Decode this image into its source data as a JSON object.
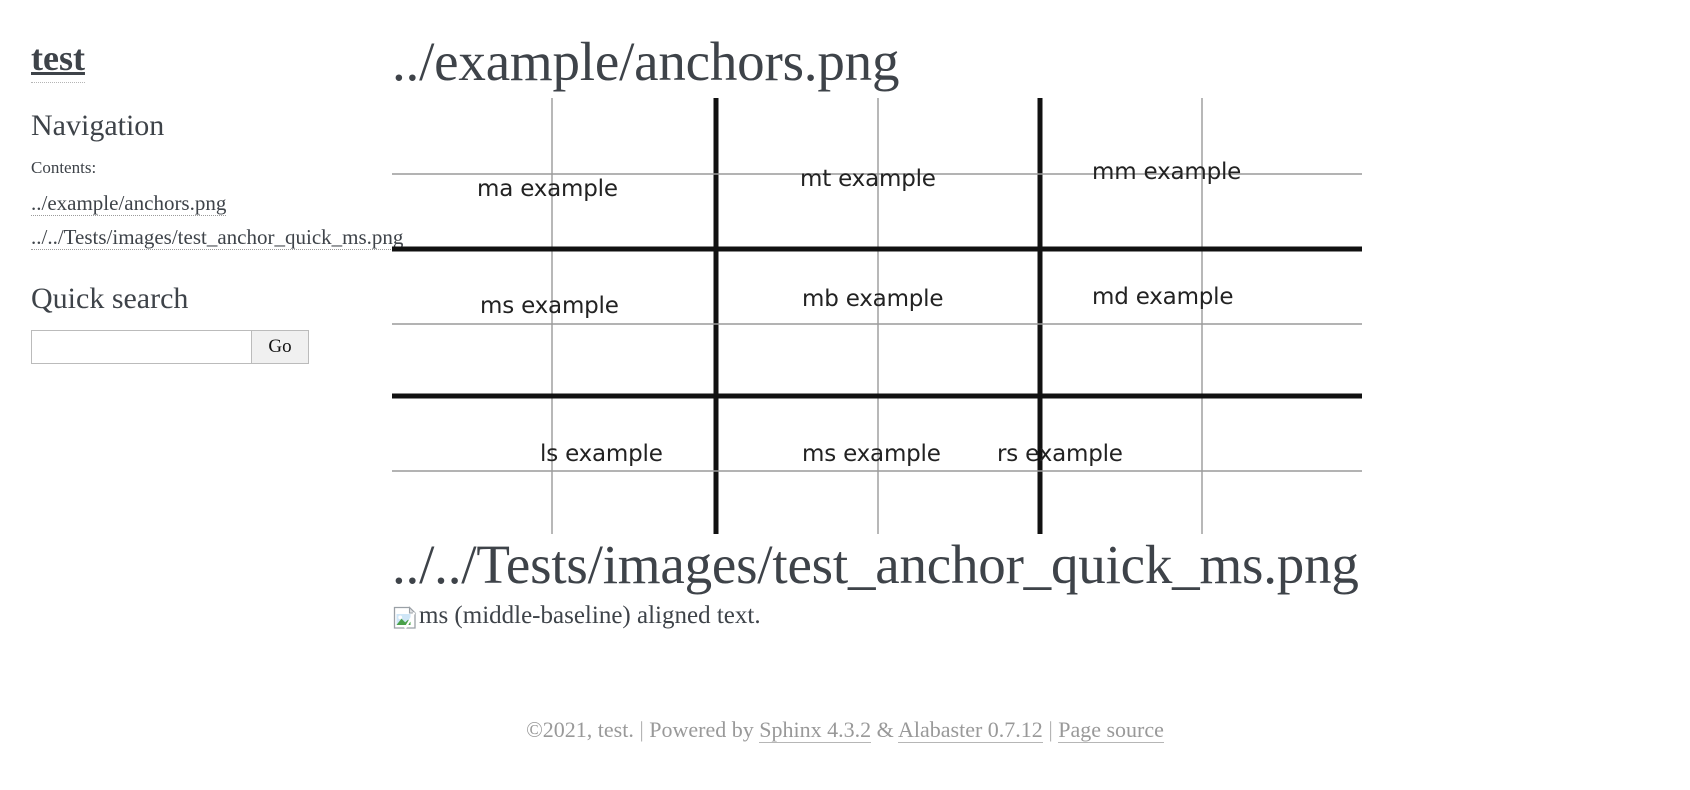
{
  "sidebar": {
    "logo": "test",
    "nav_title": "Navigation",
    "contents_label": "Contents:",
    "toc": [
      {
        "label": "../example/anchors.png"
      },
      {
        "label": "../../Tests/images/test_anchor_quick_ms.png"
      }
    ],
    "quick_search_title": "Quick search",
    "search": {
      "value": "",
      "placeholder": "",
      "go_label": "Go"
    }
  },
  "main": {
    "heading_1": "../example/anchors.png",
    "heading_2": "../../Tests/images/test_anchor_quick_ms.png",
    "image_caption": "ms (middle-baseline) aligned text.",
    "broken_image_alt": "broken-image-icon"
  },
  "figure": {
    "title": "anchors.png",
    "cells": [
      {
        "label": "ma example",
        "anchor": "ma"
      },
      {
        "label": "mt example",
        "anchor": "mt"
      },
      {
        "label": "mm example",
        "anchor": "mm"
      },
      {
        "label": "ms example",
        "anchor": "ms"
      },
      {
        "label": "mb example",
        "anchor": "mb"
      },
      {
        "label": "md example",
        "anchor": "md"
      },
      {
        "label": "ls example",
        "anchor": "ls"
      },
      {
        "label": "ms example",
        "anchor": "ms"
      },
      {
        "label": "rs example",
        "anchor": "rs"
      }
    ]
  },
  "footer": {
    "copyright": "©2021, test.",
    "sep_1": "|",
    "powered_by": "Powered by",
    "sphinx": "Sphinx 4.3.2",
    "amp": "&",
    "alabaster": "Alabaster 0.7.12",
    "sep_2": "|",
    "page_source": "Page source"
  },
  "colors": {
    "text": "#3E4349",
    "muted": "#999999",
    "grid_thin": "#9a9a9a",
    "grid_thick": "#111111",
    "border": "#bbbbbb",
    "button_bg": "#f0f0f0"
  }
}
